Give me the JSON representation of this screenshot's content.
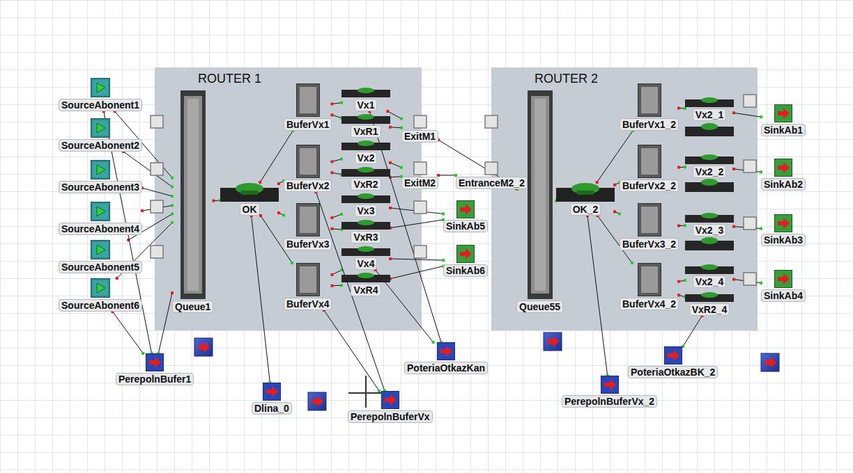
{
  "diagram": {
    "nodes": [
      {
        "text": [
          "SourceAbonent1"
        ]
      },
      {
        "text": [
          "SourceAbonent2"
        ]
      },
      {
        "text": [
          "SourceAbonent3"
        ]
      },
      {
        "text": [
          "SourceAbonent4"
        ]
      },
      {
        "text": [
          "SourceAbonent5"
        ]
      },
      {
        "text": [
          "SourceAbonent6"
        ]
      },
      {
        "text": [
          "ROUTER 1"
        ]
      },
      {
        "text": [
          "Queue1"
        ],
        "in": 6
      },
      {
        "text": [
          "OK"
        ],
        "in": 6
      },
      {
        "text": [
          "BuferVx1"
        ],
        "in": 6
      },
      {
        "text": [
          "BuferVx2"
        ],
        "in": 6
      },
      {
        "text": [
          "BuferVx3"
        ],
        "in": 6
      },
      {
        "text": [
          "BuferVx4"
        ],
        "in": 6
      },
      {
        "text": [
          "Vx1"
        ],
        "in": 6
      },
      {
        "text": [
          "VxR1"
        ],
        "in": 6
      },
      {
        "text": [
          "Vx2"
        ],
        "in": 6
      },
      {
        "text": [
          "VxR2"
        ],
        "in": 6
      },
      {
        "text": [
          "Vx3"
        ],
        "in": 6
      },
      {
        "text": [
          "VxR3"
        ],
        "in": 6
      },
      {
        "text": [
          "Vx4"
        ],
        "in": 6
      },
      {
        "text": [
          "VxR4"
        ],
        "in": 6
      },
      {
        "text": [
          "ExitM1"
        ]
      },
      {
        "text": [
          "ExitM2"
        ]
      },
      {
        "text": [
          "SinkAb5"
        ]
      },
      {
        "text": [
          "SinkAb6"
        ]
      },
      {
        "text": [
          "ROUTER 2"
        ]
      },
      {
        "text": [
          "EntranceM2_2"
        ]
      },
      {
        "text": [
          "Queue55"
        ],
        "in": 25
      },
      {
        "text": [
          "OK_2"
        ],
        "in": 25
      },
      {
        "text": [
          "BuferVx1_2"
        ],
        "in": 25
      },
      {
        "text": [
          "BuferVx2_2"
        ],
        "in": 25
      },
      {
        "text": [
          "BuferVx3_2"
        ],
        "in": 25
      },
      {
        "text": [
          "BuferVx4_2"
        ],
        "in": 25
      },
      {
        "text": [
          "Vx2_1"
        ],
        "in": 25
      },
      {
        "text": [
          "Vx2_2"
        ],
        "in": 25
      },
      {
        "text": [
          "Vx2_3"
        ],
        "in": 25
      },
      {
        "text": [
          "Vx2_4"
        ],
        "in": 25
      },
      {
        "text": [
          "VxR2_4"
        ],
        "in": 25
      },
      {
        "text": [
          "SinkAb1"
        ]
      },
      {
        "text": [
          "SinkAb2"
        ]
      },
      {
        "text": [
          "SinkAb3"
        ]
      },
      {
        "text": [
          "SinkAb4"
        ]
      },
      {
        "text": [
          "PerepolnBufer1"
        ]
      },
      {
        "text": [
          "Dlina_0"
        ]
      },
      {
        "text": [
          "PerepolnBuferVx"
        ]
      },
      {
        "text": [
          "PoteriaOtkazKan"
        ]
      },
      {
        "text": [
          "PoteriaOtkazBK_2"
        ]
      },
      {
        "text": [
          "PerepolnBuferVx_2"
        ]
      }
    ],
    "edges": [
      {
        "from": 0,
        "to": 7,
        "arrow": "none"
      },
      {
        "from": 1,
        "to": 7,
        "arrow": "none"
      },
      {
        "from": 2,
        "to": 7,
        "arrow": "none"
      },
      {
        "from": 3,
        "to": 7,
        "arrow": "none"
      },
      {
        "from": 4,
        "to": 7,
        "arrow": "none"
      },
      {
        "from": 5,
        "to": 7,
        "arrow": "none"
      },
      {
        "from": 0,
        "to": 42,
        "arrow": "none"
      },
      {
        "from": 5,
        "to": 42,
        "arrow": "none"
      },
      {
        "from": 7,
        "to": 42,
        "arrow": "none"
      },
      {
        "from": 7,
        "to": 8,
        "arrow": "none"
      },
      {
        "from": 8,
        "to": 43,
        "arrow": "none"
      },
      {
        "from": 8,
        "to": 9,
        "arrow": "none"
      },
      {
        "from": 8,
        "to": 10,
        "arrow": "none"
      },
      {
        "from": 8,
        "to": 11,
        "arrow": "none"
      },
      {
        "from": 8,
        "to": 12,
        "arrow": "none"
      },
      {
        "from": 9,
        "to": 13,
        "arrow": "none"
      },
      {
        "from": 9,
        "to": 14,
        "arrow": "none"
      },
      {
        "from": 10,
        "to": 15,
        "arrow": "none"
      },
      {
        "from": 10,
        "to": 16,
        "arrow": "none"
      },
      {
        "from": 11,
        "to": 17,
        "arrow": "none"
      },
      {
        "from": 11,
        "to": 18,
        "arrow": "none"
      },
      {
        "from": 12,
        "to": 19,
        "arrow": "none"
      },
      {
        "from": 12,
        "to": 20,
        "arrow": "none"
      },
      {
        "from": 10,
        "to": 44,
        "arrow": "none"
      },
      {
        "from": 12,
        "to": 44,
        "arrow": "none"
      },
      {
        "from": 13,
        "to": 21,
        "arrow": "none"
      },
      {
        "from": 14,
        "to": 21,
        "arrow": "none"
      },
      {
        "from": 15,
        "to": 22,
        "arrow": "none"
      },
      {
        "from": 16,
        "to": 22,
        "arrow": "none"
      },
      {
        "from": 17,
        "to": 23,
        "arrow": "none"
      },
      {
        "from": 18,
        "to": 23,
        "arrow": "none"
      },
      {
        "from": 19,
        "to": 24,
        "arrow": "none"
      },
      {
        "from": 20,
        "to": 24,
        "arrow": "none"
      },
      {
        "from": 13,
        "to": 45,
        "arrow": "none"
      },
      {
        "from": 19,
        "to": 45,
        "arrow": "none"
      },
      {
        "from": 21,
        "to": 27,
        "arrow": "none"
      },
      {
        "from": 22,
        "to": 26,
        "arrow": "none"
      },
      {
        "from": 26,
        "to": 27,
        "arrow": "none"
      },
      {
        "from": 27,
        "to": 28,
        "arrow": "none"
      },
      {
        "from": 28,
        "to": 47,
        "arrow": "none"
      },
      {
        "from": 28,
        "to": 29,
        "arrow": "none"
      },
      {
        "from": 28,
        "to": 30,
        "arrow": "none"
      },
      {
        "from": 28,
        "to": 31,
        "arrow": "none"
      },
      {
        "from": 28,
        "to": 32,
        "arrow": "none"
      },
      {
        "from": 29,
        "to": 33,
        "arrow": "none"
      },
      {
        "from": 30,
        "to": 34,
        "arrow": "none"
      },
      {
        "from": 31,
        "to": 35,
        "arrow": "none"
      },
      {
        "from": 32,
        "to": 36,
        "arrow": "none"
      },
      {
        "from": 32,
        "to": 37,
        "arrow": "none"
      },
      {
        "from": 33,
        "to": 38,
        "arrow": "none"
      },
      {
        "from": 34,
        "to": 39,
        "arrow": "none"
      },
      {
        "from": 35,
        "to": 40,
        "arrow": "none"
      },
      {
        "from": 36,
        "to": 41,
        "arrow": "none"
      },
      {
        "from": 37,
        "to": 46,
        "arrow": "none"
      }
    ]
  }
}
